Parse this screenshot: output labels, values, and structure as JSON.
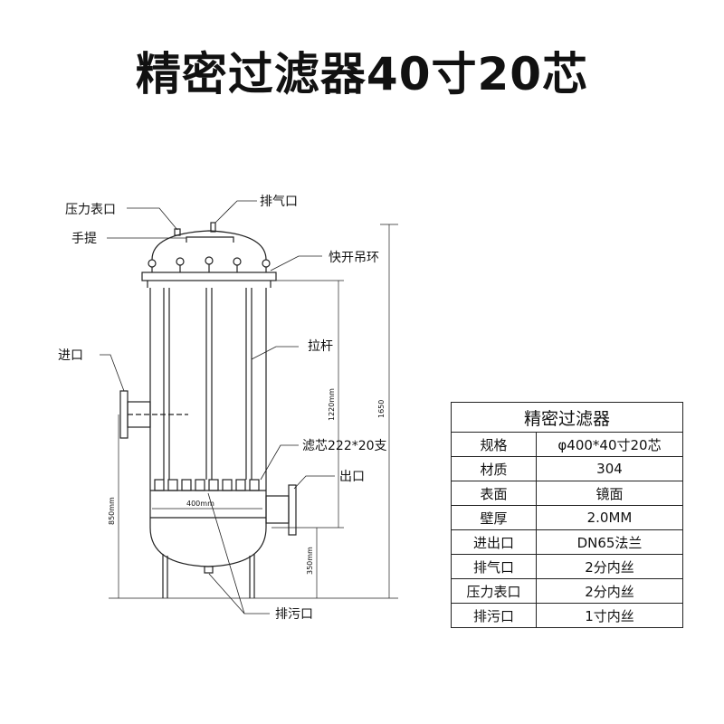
{
  "title": "精密过滤器40寸20芯",
  "labels": {
    "pressure_gauge_port": "压力表口",
    "vent_port": "排气口",
    "handle": "手提",
    "quick_open_ring": "快开吊环",
    "pull_rod": "拉杆",
    "inlet": "进口",
    "filter_cartridge": "滤芯222*20支",
    "outlet": "出口",
    "drain_port": "排污口"
  },
  "dimensions": {
    "diameter": "400mm",
    "cartridge_height": "1220mm",
    "total_height": "1650",
    "inlet_height": "850mm",
    "leg_height": "350mm"
  },
  "spec_table": {
    "heading": "精密过滤器",
    "rows": [
      {
        "key": "规格",
        "value": "φ400*40寸20芯"
      },
      {
        "key": "材质",
        "value": "304"
      },
      {
        "key": "表面",
        "value": "镜面"
      },
      {
        "key": "壁厚",
        "value": "2.0MM"
      },
      {
        "key": "进出口",
        "value": "DN65法兰"
      },
      {
        "key": "排气口",
        "value": "2分内丝"
      },
      {
        "key": "压力表口",
        "value": "2分内丝"
      },
      {
        "key": "排污口",
        "value": "1寸内丝"
      }
    ]
  }
}
